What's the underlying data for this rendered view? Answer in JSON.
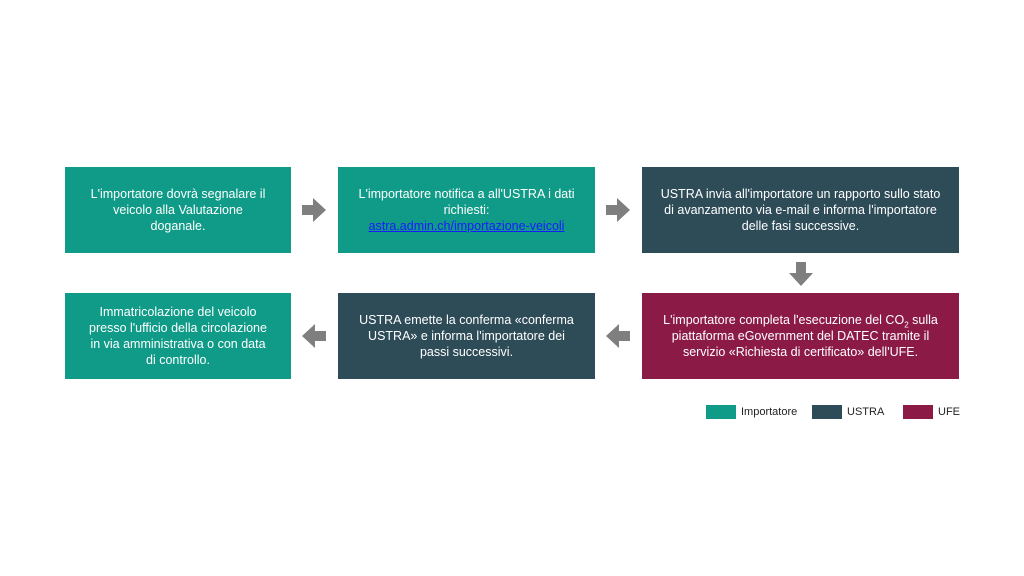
{
  "colors": {
    "importatore": "#0f9b87",
    "ustra": "#2e4b58",
    "ufe": "#8c1a47",
    "arrow": "#7f7f7f"
  },
  "steps": [
    {
      "actor": "Importatore",
      "text": "L'importatore dovrà segnalare il veicolo alla Valutazione doganale."
    },
    {
      "actor": "Importatore",
      "text": "L'importatore notifica a all'USTRA i dati richiesti:",
      "link": "astra.admin.ch/importazione-veicoli"
    },
    {
      "actor": "USTRA",
      "text": "USTRA invia all'importatore un rapporto sullo stato di avanzamento via e-mail e informa l'importatore delle fasi successive."
    },
    {
      "actor": "UFE",
      "text_before": "L'importatore completa l'esecuzione del CO",
      "subscript": "2",
      "text_after": " sulla piattaforma eGovernment del DATEC tramite il servizio «Richiesta di certificato» dell'UFE."
    },
    {
      "actor": "USTRA",
      "text": "USTRA emette la conferma «conferma USTRA» e informa l'importatore dei passi successivi."
    },
    {
      "actor": "Importatore",
      "text": "Immatricolazione del veicolo presso l'ufficio della circolazione in via amministrativa o con data di controllo."
    }
  ],
  "legend": [
    {
      "label": "Importatore",
      "color": "#0f9b87"
    },
    {
      "label": "USTRA",
      "color": "#2e4b58"
    },
    {
      "label": "UFE",
      "color": "#8c1a47"
    }
  ]
}
